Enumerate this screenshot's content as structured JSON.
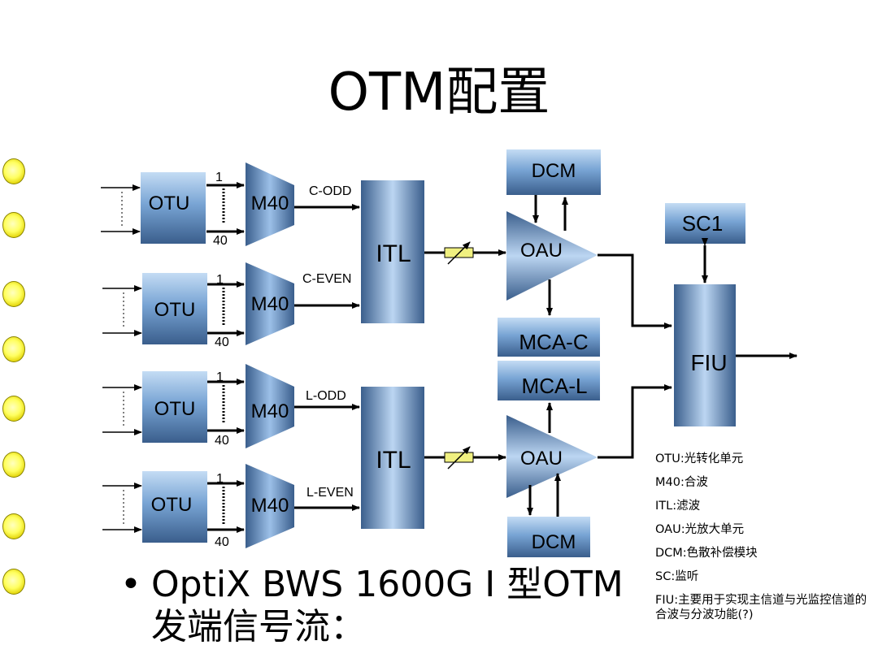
{
  "slide": {
    "title": "OTM配置",
    "bullet_text": "OptiX BWS 1600G I 型OTM发端信号流："
  },
  "diagram": {
    "otu_label": "OTU",
    "m40_label": "M40",
    "ch_first": "1",
    "ch_last": "40",
    "itl_label": "ITL",
    "oau_label": "OAU",
    "dcm_label": "DCM",
    "mca_c_label": "MCA-C",
    "mca_l_label": "MCA-L",
    "sc1_label": "SC1",
    "fiu_label": "FIU",
    "groups": [
      {
        "signal": "C-ODD"
      },
      {
        "signal": "C-EVEN"
      },
      {
        "signal": "L-ODD"
      },
      {
        "signal": "L-EVEN"
      }
    ]
  },
  "legend": [
    "OTU:光转化单元",
    "M40:合波",
    "ITL:滤波",
    "OAU:光放大单元",
    "DCM:色散补偿模块",
    "SC:监听",
    "FIU:主要用于实现主信道与光监控信道的合波与分波功能(?)"
  ],
  "colors": {
    "box_light": "#b8d4f0",
    "box_dark": "#3c6090",
    "attenuator": "#f0f080",
    "bullet_dot": "#ffff60"
  }
}
